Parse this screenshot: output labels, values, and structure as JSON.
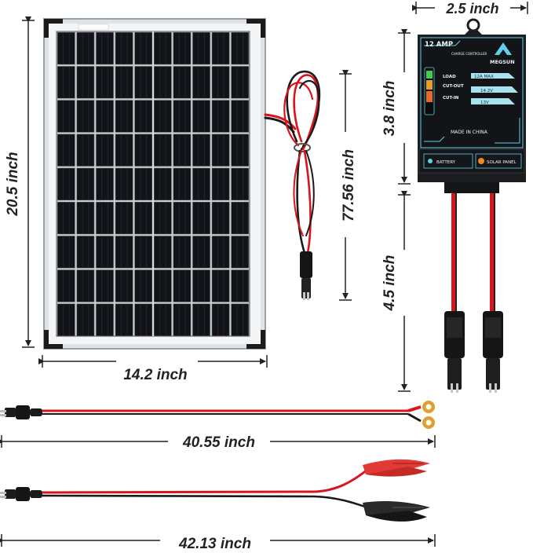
{
  "dimensions": {
    "panel_height": "20.5 inch",
    "panel_width": "14.2 inch",
    "panel_cable": "77.56 inch",
    "controller_width": "2.5 inch",
    "controller_height": "3.8 inch",
    "controller_cable": "4.5 inch",
    "ring_cable": "40.55 inch",
    "clip_cable": "42.13 inch"
  },
  "controller": {
    "amp": "12 AMP",
    "subtitle": "CHARGE CONTROLLER",
    "brand": "MEGSUN",
    "load_label": "LOAD",
    "load_value": "12A  MAX",
    "cutout_label": "CUT-OUT",
    "cutout_value": "14.2V",
    "cutin_label": "CUT-IN",
    "cutin_value": "13V",
    "made_in": "MADE IN CHINA",
    "battery_label": "BATTERY",
    "solar_label": "SOLAR PANEL"
  },
  "colors": {
    "wire_red": "#d8141c",
    "wire_black": "#1a1a1a",
    "controller_body": "#1b1d20",
    "accent_cyan": "#5fd0e8",
    "clip_red": "#e23a36"
  }
}
